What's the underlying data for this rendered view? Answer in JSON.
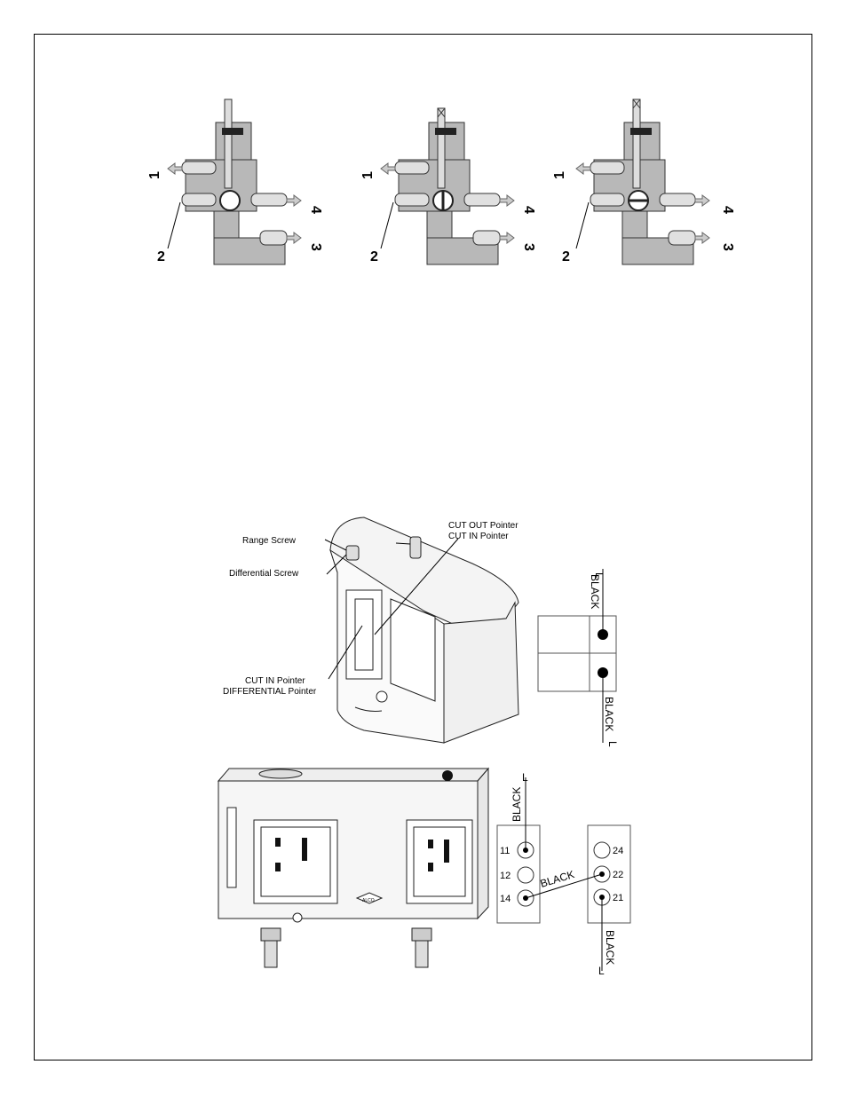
{
  "valves": [
    {
      "ports": [
        "1",
        "2",
        "3",
        "4"
      ]
    },
    {
      "ports": [
        "1",
        "2",
        "3",
        "4"
      ]
    },
    {
      "ports": [
        "1",
        "2",
        "3",
        "4"
      ]
    }
  ],
  "switch1": {
    "labels": {
      "range_screw": "Range Screw",
      "differential_screw": "Differential Screw",
      "cut_out_pointer": "CUT OUT  Pointer",
      "cut_in_pointer_top": "CUT IN Pointer",
      "cut_in_pointer_bottom": "CUT IN Pointer",
      "differential_pointer": "DIFFERENTIAL Pointer"
    },
    "wiring": {
      "wire_top": "BLACK",
      "wire_bottom": "BLACK",
      "line_top": "L",
      "line_bottom": "L"
    }
  },
  "switch2": {
    "brand": "ALCO",
    "left_terminals": [
      "11",
      "12",
      "14"
    ],
    "right_terminals": [
      "24",
      "22",
      "21"
    ],
    "wire_top": "BLACK",
    "wire_cross": "BLACK",
    "wire_bottom": "BLACK",
    "line_top": "L",
    "line_bottom": "L"
  }
}
